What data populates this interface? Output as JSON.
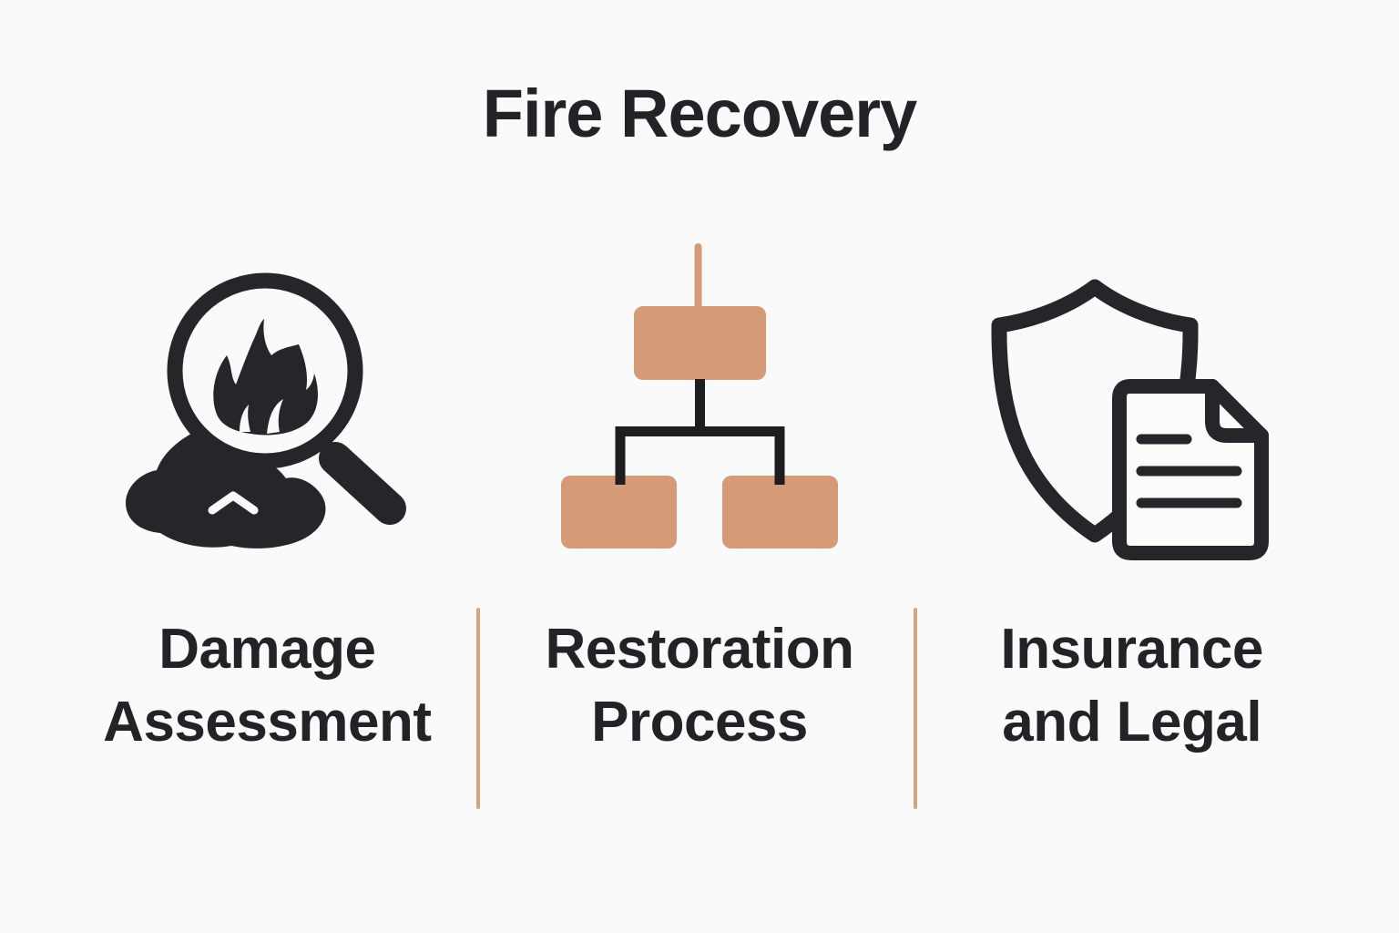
{
  "title": "Fire Recovery",
  "colors": {
    "background": "#fafafa",
    "ink": "#26262a",
    "text": "#232327",
    "accent": "#d59b78",
    "divider": "#d9a37e",
    "connector": "#1e1e20"
  },
  "sections": [
    {
      "id": "damage-assessment",
      "label": "Damage Assessment",
      "icon": "magnifier-fire-ash-icon"
    },
    {
      "id": "restoration-process",
      "label": "Restoration Process",
      "icon": "org-chart-icon"
    },
    {
      "id": "insurance-legal",
      "label": "Insurance and Legal",
      "icon": "shield-document-icon"
    }
  ]
}
